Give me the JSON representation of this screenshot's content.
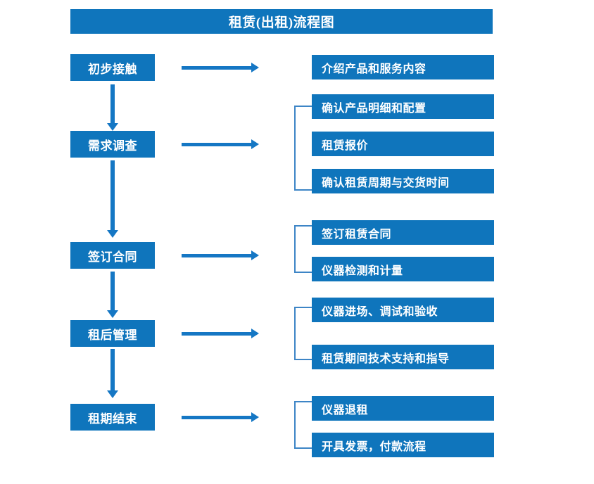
{
  "diagram": {
    "title": "租赁(出租)流程图",
    "accent_color": "#0f75bc",
    "arrow_color": "#1577c4",
    "bracket_color": "#3d85c6",
    "text_color": "#ffffff",
    "background_color": "#ffffff"
  },
  "stages": [
    {
      "id": "initial-contact",
      "label": "初步接触",
      "details": [
        {
          "label": "介绍产品和服务内容"
        }
      ]
    },
    {
      "id": "demand-survey",
      "label": "需求调查",
      "details": [
        {
          "label": "确认产品明细和配置"
        },
        {
          "label": "租赁报价"
        },
        {
          "label": "确认租赁周期与交货时间"
        }
      ]
    },
    {
      "id": "sign-contract",
      "label": "签订合同",
      "details": [
        {
          "label": "签订租赁合同"
        },
        {
          "label": "仪器检测和计量"
        }
      ]
    },
    {
      "id": "post-rental-management",
      "label": "租后管理",
      "details": [
        {
          "label": "仪器进场、调试和验收"
        },
        {
          "label": "租赁期间技术支持和指导"
        }
      ]
    },
    {
      "id": "rental-end",
      "label": "租期结束",
      "details": [
        {
          "label": "仪器退租"
        },
        {
          "label": "开具发票，付款流程"
        }
      ]
    }
  ]
}
